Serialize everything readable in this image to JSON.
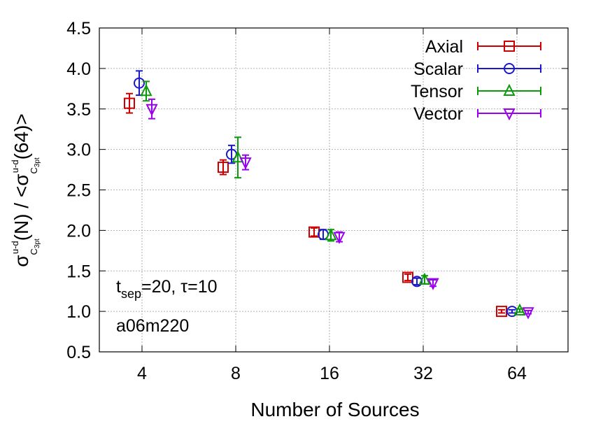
{
  "chart_data": {
    "type": "scatter",
    "title": "",
    "xlabel": "Number of Sources",
    "ylabel_parts": {
      "sigma": "σ",
      "sup": "u-d",
      "sub": "C",
      "subsub": "3pt",
      "num_suffix": "(N) / <",
      "den_suffix": "(64)>"
    },
    "x_scale": "log2",
    "categories": [
      "4",
      "8",
      "16",
      "32",
      "64"
    ],
    "x": [
      4,
      8,
      16,
      32,
      64
    ],
    "ylim": [
      0.5,
      4.5
    ],
    "yticks": [
      "0.5",
      "1.0",
      "1.5",
      "2.0",
      "2.5",
      "3.0",
      "3.5",
      "4.0",
      "4.5"
    ],
    "ytick_values": [
      0.5,
      1.0,
      1.5,
      2.0,
      2.5,
      3.0,
      3.5,
      4.0,
      4.5
    ],
    "grid": true,
    "legend_position": "top-right",
    "series": [
      {
        "name": "Axial",
        "color": "#cc0000",
        "marker": "square",
        "values": [
          3.57,
          2.78,
          1.98,
          1.42,
          1.0
        ],
        "errors": [
          0.12,
          0.09,
          0.05,
          0.04,
          0.02
        ]
      },
      {
        "name": "Scalar",
        "color": "#1a1acc",
        "marker": "circle",
        "values": [
          3.82,
          2.94,
          1.95,
          1.37,
          1.0
        ],
        "errors": [
          0.15,
          0.11,
          0.06,
          0.04,
          0.02
        ]
      },
      {
        "name": "Tensor",
        "color": "#0b9a0b",
        "marker": "triangle-up",
        "values": [
          3.72,
          2.9,
          1.94,
          1.39,
          1.01
        ],
        "errors": [
          0.12,
          0.25,
          0.07,
          0.05,
          0.02
        ]
      },
      {
        "name": "Vector",
        "color": "#9900ee",
        "marker": "triangle-down",
        "values": [
          3.5,
          2.84,
          1.92,
          1.35,
          0.99
        ],
        "errors": [
          0.12,
          0.09,
          0.06,
          0.04,
          0.02
        ]
      }
    ],
    "annotations": {
      "tsep_main": "t",
      "tsep_sub": "sep",
      "tsep_rest": "=20, τ=10",
      "ensemble": "a06m220"
    }
  }
}
